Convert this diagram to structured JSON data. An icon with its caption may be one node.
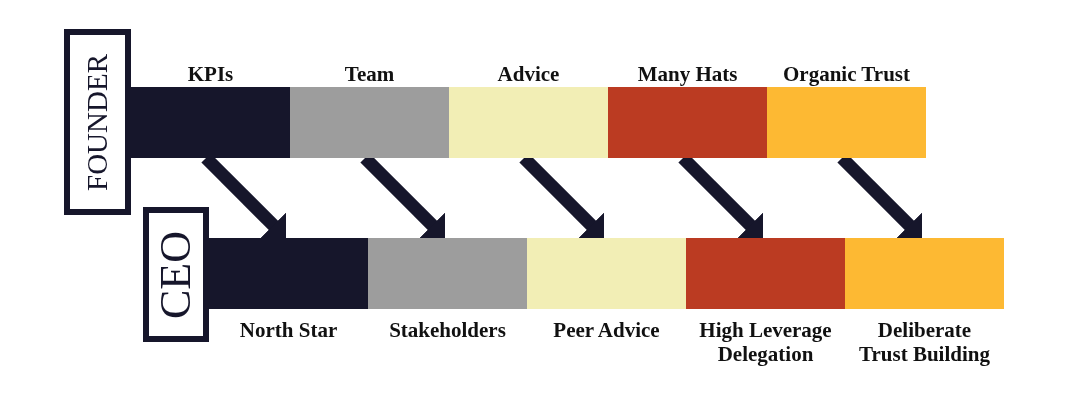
{
  "diagram": {
    "nodes": [
      {
        "text": [
          "FOUNDER"
        ]
      },
      {
        "text": [
          "KPIs"
        ]
      },
      {
        "text": [
          "Team"
        ]
      },
      {
        "text": [
          "Advice"
        ]
      },
      {
        "text": [
          "Many Hats"
        ]
      },
      {
        "text": [
          "Organic Trust"
        ]
      },
      {
        "text": [
          "CEO"
        ]
      },
      {
        "text": [
          "North Star"
        ]
      },
      {
        "text": [
          "Stakeholders"
        ]
      },
      {
        "text": [
          "Peer Advice"
        ]
      },
      {
        "text": [
          "High Leverage Delegation"
        ]
      },
      {
        "text": [
          "Deliberate Trust Building"
        ]
      }
    ],
    "edges": [
      {
        "from": 1,
        "to": 7,
        "arrow": "to"
      },
      {
        "from": 2,
        "to": 8,
        "arrow": "to"
      },
      {
        "from": 3,
        "to": 9,
        "arrow": "to"
      },
      {
        "from": 4,
        "to": 10,
        "arrow": "to"
      },
      {
        "from": 5,
        "to": 11,
        "arrow": "to"
      }
    ]
  }
}
